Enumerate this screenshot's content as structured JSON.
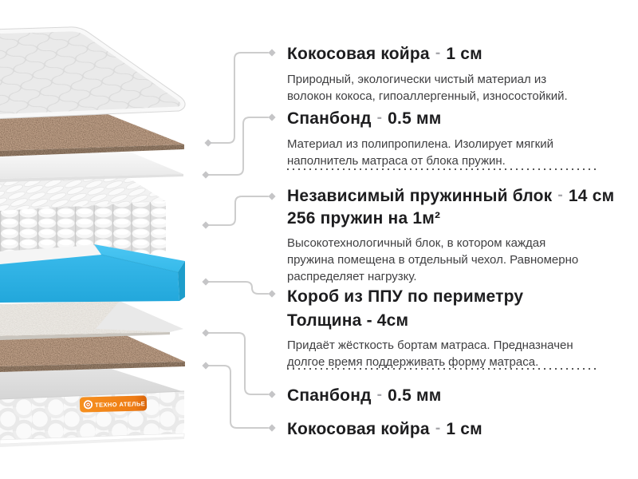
{
  "page": {
    "background": "#FFFFFF",
    "language": "ru"
  },
  "illustration": {
    "type": "mattress-exploded-layers-diagram",
    "badge": {
      "text": "ТЕХНО АТЕЛЬЕ",
      "icon": "brand-circle-icon",
      "color": "#F0791C"
    },
    "colors": {
      "accent_blue_top": "#45C3F0",
      "accent_blue_front": "#30B5E6",
      "accent_blue_side": "#1E9DCB",
      "coir_brown": "#4A3222",
      "fabric_gray": "#D6D2CB",
      "cover_gray": "#E9E9E9",
      "connector_gray": "#CDCDCD",
      "diamond_gray": "#C5C5C7",
      "heading_text": "#1D1D1F",
      "body_text": "#3F3F41",
      "badge_orange": "#F0791C"
    }
  },
  "labels": [
    {
      "title": "Кокосовая койра",
      "separator": "-",
      "value": "1 см",
      "description": "Природный, экологически чистый материал из\nволокон кокоса, гипоаллергенный, износостойкий."
    },
    {
      "title": "Спанбонд",
      "separator": "-",
      "value": "0.5 мм",
      "description": "Материал из полипропилена. Изолирует мягкий\nнаполнитель матраса от блока пружин."
    },
    {
      "title": "Независимый пружинный блок",
      "separator": "-",
      "value": "14 см",
      "title_line2": "256 пружин на 1м²",
      "description": "Высокотехнологичный блок, в котором каждая\nпружина помещена в отдельный чехол. Равномерно\nраспределяет нагрузку."
    },
    {
      "title": "Короб из ППУ по периметру",
      "title_line2": "Толщина - 4см",
      "description": "Придаёт жёсткость бортам матраса. Предназначен\nдолгое время поддерживать форму матраса."
    },
    {
      "title": "Спанбонд",
      "separator": "-",
      "value": "0.5 мм"
    },
    {
      "title": "Кокосовая койра",
      "separator": "-",
      "value": "1 см"
    }
  ]
}
